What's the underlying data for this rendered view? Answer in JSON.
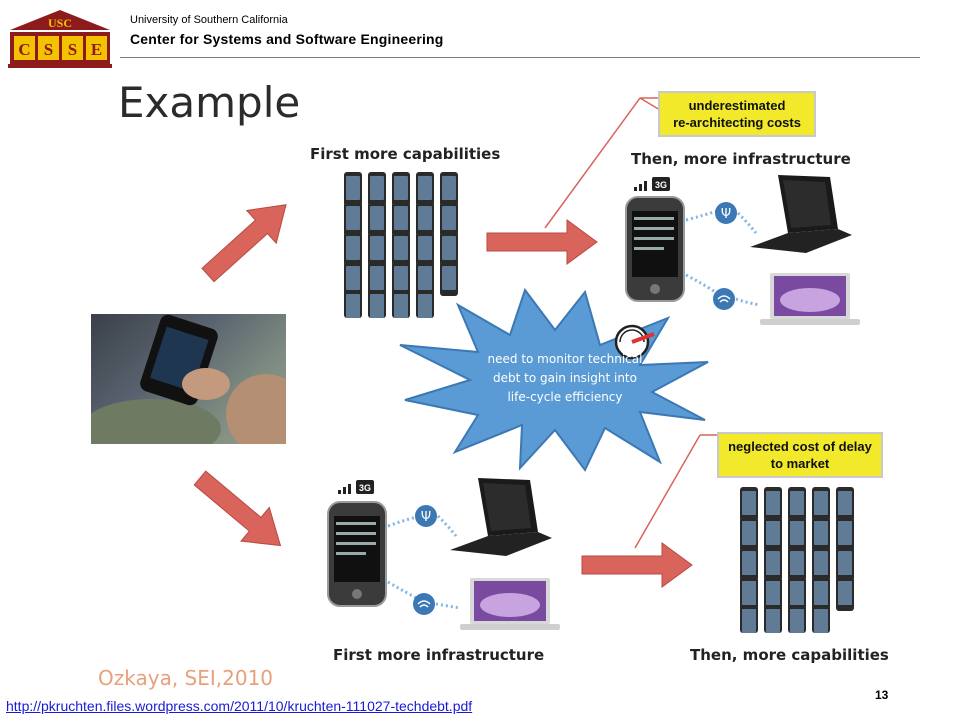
{
  "header": {
    "logo_top": "USC",
    "logo_letters": [
      "C",
      "S",
      "S",
      "E"
    ],
    "university": "University of Southern California",
    "center": "Center for Systems and Software Engineering"
  },
  "slide": {
    "title": "Example",
    "top_caption_left": "First more capabilities",
    "top_caption_right": "Then, more infrastructure",
    "bottom_caption_left": "First more infrastructure",
    "bottom_caption_right": "Then, more capabilities",
    "note_top": [
      "underestimated",
      "re-architecting costs"
    ],
    "note_bottom": [
      "neglected cost of delay",
      "to market"
    ],
    "burst": [
      "need to monitor technical",
      "debt to gain insight into",
      "life-cycle efficiency"
    ],
    "citation": "Ozkaya, SEI,2010",
    "link": "http://pkruchten.files.wordpress.com/2011/10/kruchten-111027-techdebt.pdf",
    "page_number": "13"
  },
  "colors": {
    "arrow_fill": "#d9645c",
    "burst_fill": "#5a9bd5",
    "note_fill": "#f2e92a",
    "logo_red": "#8e1b1b",
    "logo_gold": "#f3c200"
  },
  "icons": [
    "usc-csse-logo",
    "soldier-phone-photo",
    "phone-grid-image",
    "android-phone-icon",
    "laptop-icon",
    "macbook-icon",
    "usb-icon",
    "wifi-icon",
    "signal-icon",
    "speedometer-icon"
  ]
}
